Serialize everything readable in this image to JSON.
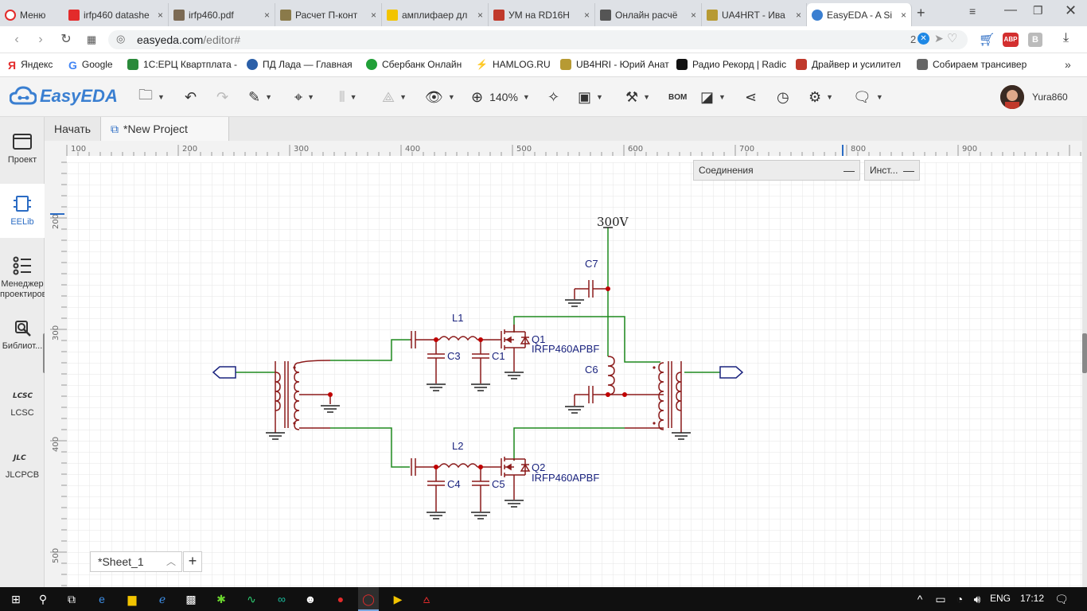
{
  "browser": {
    "menu_label": "Меню",
    "tabs": [
      {
        "label": "irfp460 datashe",
        "color": "#e32b2b"
      },
      {
        "label": "irfp460.pdf",
        "color": "#7b6a54"
      },
      {
        "label": "Расчет П-конт",
        "color": "#8a7a4a"
      },
      {
        "label": "амплифаер дл",
        "color": "#f2c400"
      },
      {
        "label": "УМ на RD16H",
        "color": "#c0392b"
      },
      {
        "label": "Онлайн расчё",
        "color": "#555555"
      },
      {
        "label": "UA4HRT - Ива",
        "color": "#b79a33"
      },
      {
        "label": "EasyEDA - A Si",
        "color": "#3a7fd1"
      }
    ],
    "new_tab": "+",
    "url_host": "easyeda.com",
    "url_path": "/editor#",
    "ext_badge": "2",
    "bookmarks": [
      {
        "label": "Яндекс",
        "color": "#e32b2b"
      },
      {
        "label": "Google",
        "color": "#4285f4"
      },
      {
        "label": "1С:ЕРЦ Квартплата -",
        "color": "#2a8a3a"
      },
      {
        "label": "ПД Лада — Главная",
        "color": "#2b5fa8"
      },
      {
        "label": "Сбербанк Онлайн",
        "color": "#21a038"
      },
      {
        "label": "HAMLOG.RU",
        "color": "#333333"
      },
      {
        "label": "UB4HRI - Юрий Анат",
        "color": "#b79a33"
      },
      {
        "label": "Радио Рекорд | Radic",
        "color": "#111111"
      },
      {
        "label": "Драйвер и усилител",
        "color": "#c0392b"
      },
      {
        "label": "Собираем трансивер",
        "color": "#666666"
      }
    ]
  },
  "toolbar": {
    "logo": "EasyEDA",
    "zoom": "140%",
    "bom": "BOM",
    "username": "Yura860"
  },
  "sidebar": {
    "items": [
      {
        "label": "Проект"
      },
      {
        "label": "EELib"
      },
      {
        "label": "Менеджер проектиров"
      },
      {
        "label": "Библиот..."
      },
      {
        "label": "LCSC"
      },
      {
        "label": "JLCPCB"
      }
    ]
  },
  "doc_tabs": {
    "start": "Начать",
    "project": "*New Project"
  },
  "ruler": {
    "top": [
      "100",
      "200",
      "300",
      "400",
      "500",
      "600",
      "700",
      "800",
      "900"
    ],
    "left": [
      "200",
      "300",
      "400",
      "500"
    ]
  },
  "panels": {
    "connections": "Соединения",
    "tools": "Инст..."
  },
  "schematic": {
    "supply": "300V",
    "components": {
      "C7": "C7",
      "C6": "C6",
      "L1": "L1",
      "L2": "L2",
      "C3": "C3",
      "C1": "C1",
      "C4": "C4",
      "C5": "C5",
      "Q1": "Q1",
      "Q2": "Q2",
      "Q1_value": "IRFP460APBF",
      "Q2_value": "IRFP460APBF"
    }
  },
  "sheet": {
    "name": "*Sheet_1",
    "add": "+"
  },
  "taskbar": {
    "lang": "ENG",
    "time": "17:12"
  }
}
